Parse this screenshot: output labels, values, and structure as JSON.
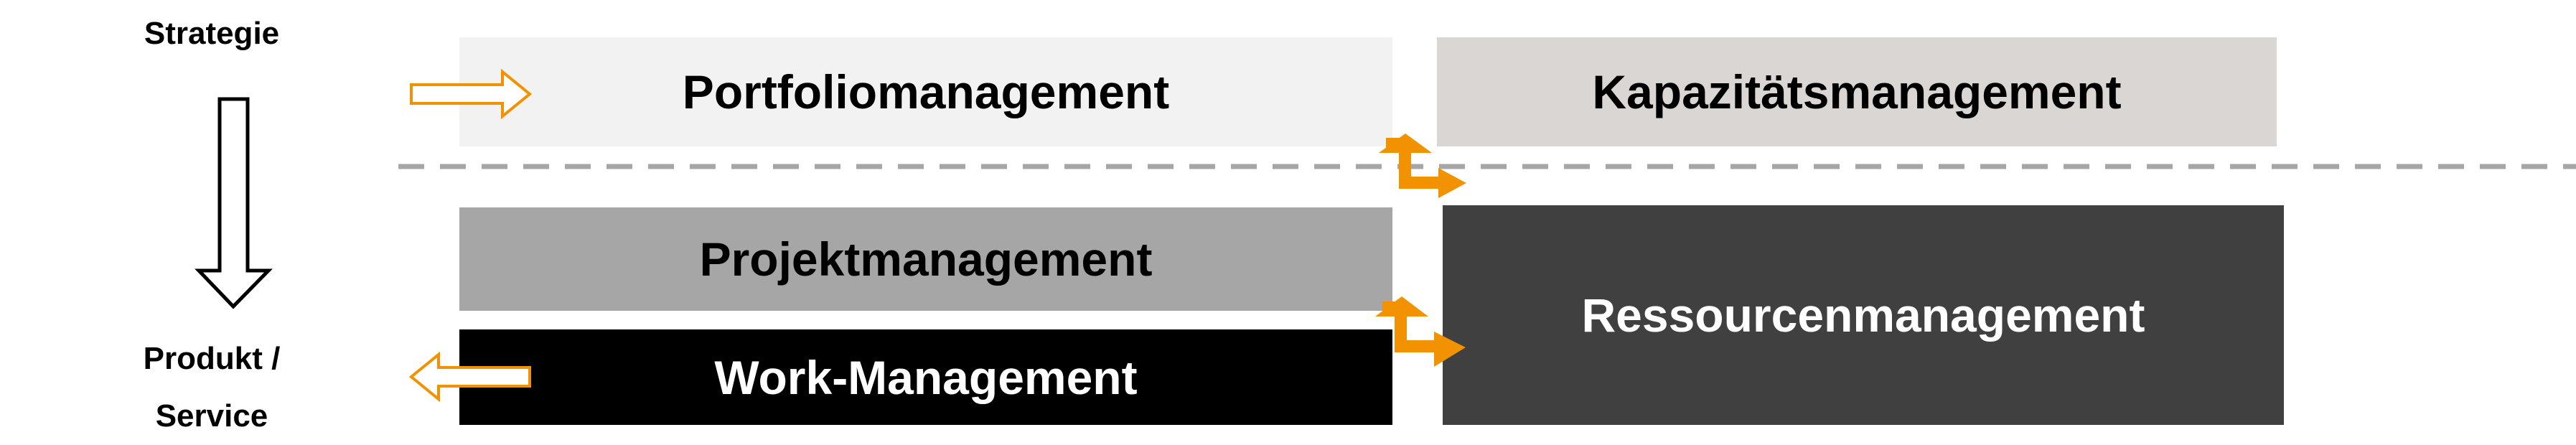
{
  "labels": {
    "top": "Strategie",
    "bottom_line1": "Produkt /",
    "bottom_line2": "Service"
  },
  "boxes": {
    "portfolio": "Portfoliomanagement",
    "kapazitaet": "Kapazitätsmanagement",
    "projekt": "Projektmanagement",
    "work": "Work-Management",
    "ressourcen": "Ressourcenmanagement"
  },
  "colors": {
    "portfolio_bg": "#f2f2f2",
    "kapazitaet_bg": "#d9d6d3",
    "projekt_bg": "#a6a6a6",
    "work_bg": "#000000",
    "ressourcen_bg": "#404040",
    "accent_orange": "#f39200",
    "dashed_line": "#a6a6a6",
    "arrow_outline": "#000000"
  },
  "icons": {
    "right_arrow": "outline-right-arrow-icon",
    "left_arrow": "outline-left-arrow-icon",
    "down_arrow": "outline-down-arrow-icon",
    "swap": "swap-arrows-icon"
  }
}
